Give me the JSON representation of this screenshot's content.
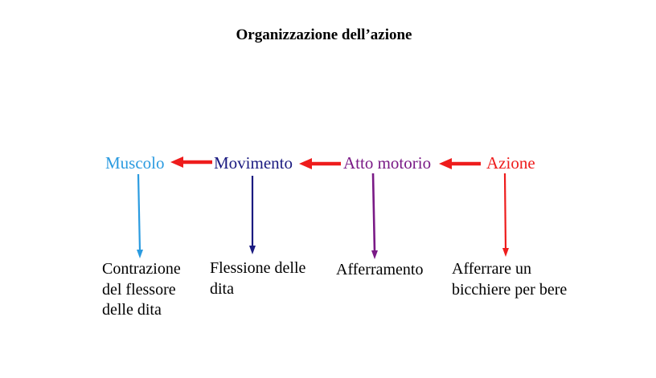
{
  "title": "Organizzazione dell’azione",
  "levels": [
    {
      "label": "Muscolo",
      "color": "#2b9be0",
      "example": "Contrazione\ndel flessore\ndelle dita"
    },
    {
      "label": "Movimento",
      "color": "#1a1a80",
      "example": "Flessione delle\ndita"
    },
    {
      "label": "Atto motorio",
      "color": "#7a1a86",
      "example": "Afferramento"
    },
    {
      "label": "Azione",
      "color": "#ee1c1c",
      "example": "Afferrare un\nbicchiere per bere"
    }
  ],
  "connector_color": "#ee1c1c"
}
